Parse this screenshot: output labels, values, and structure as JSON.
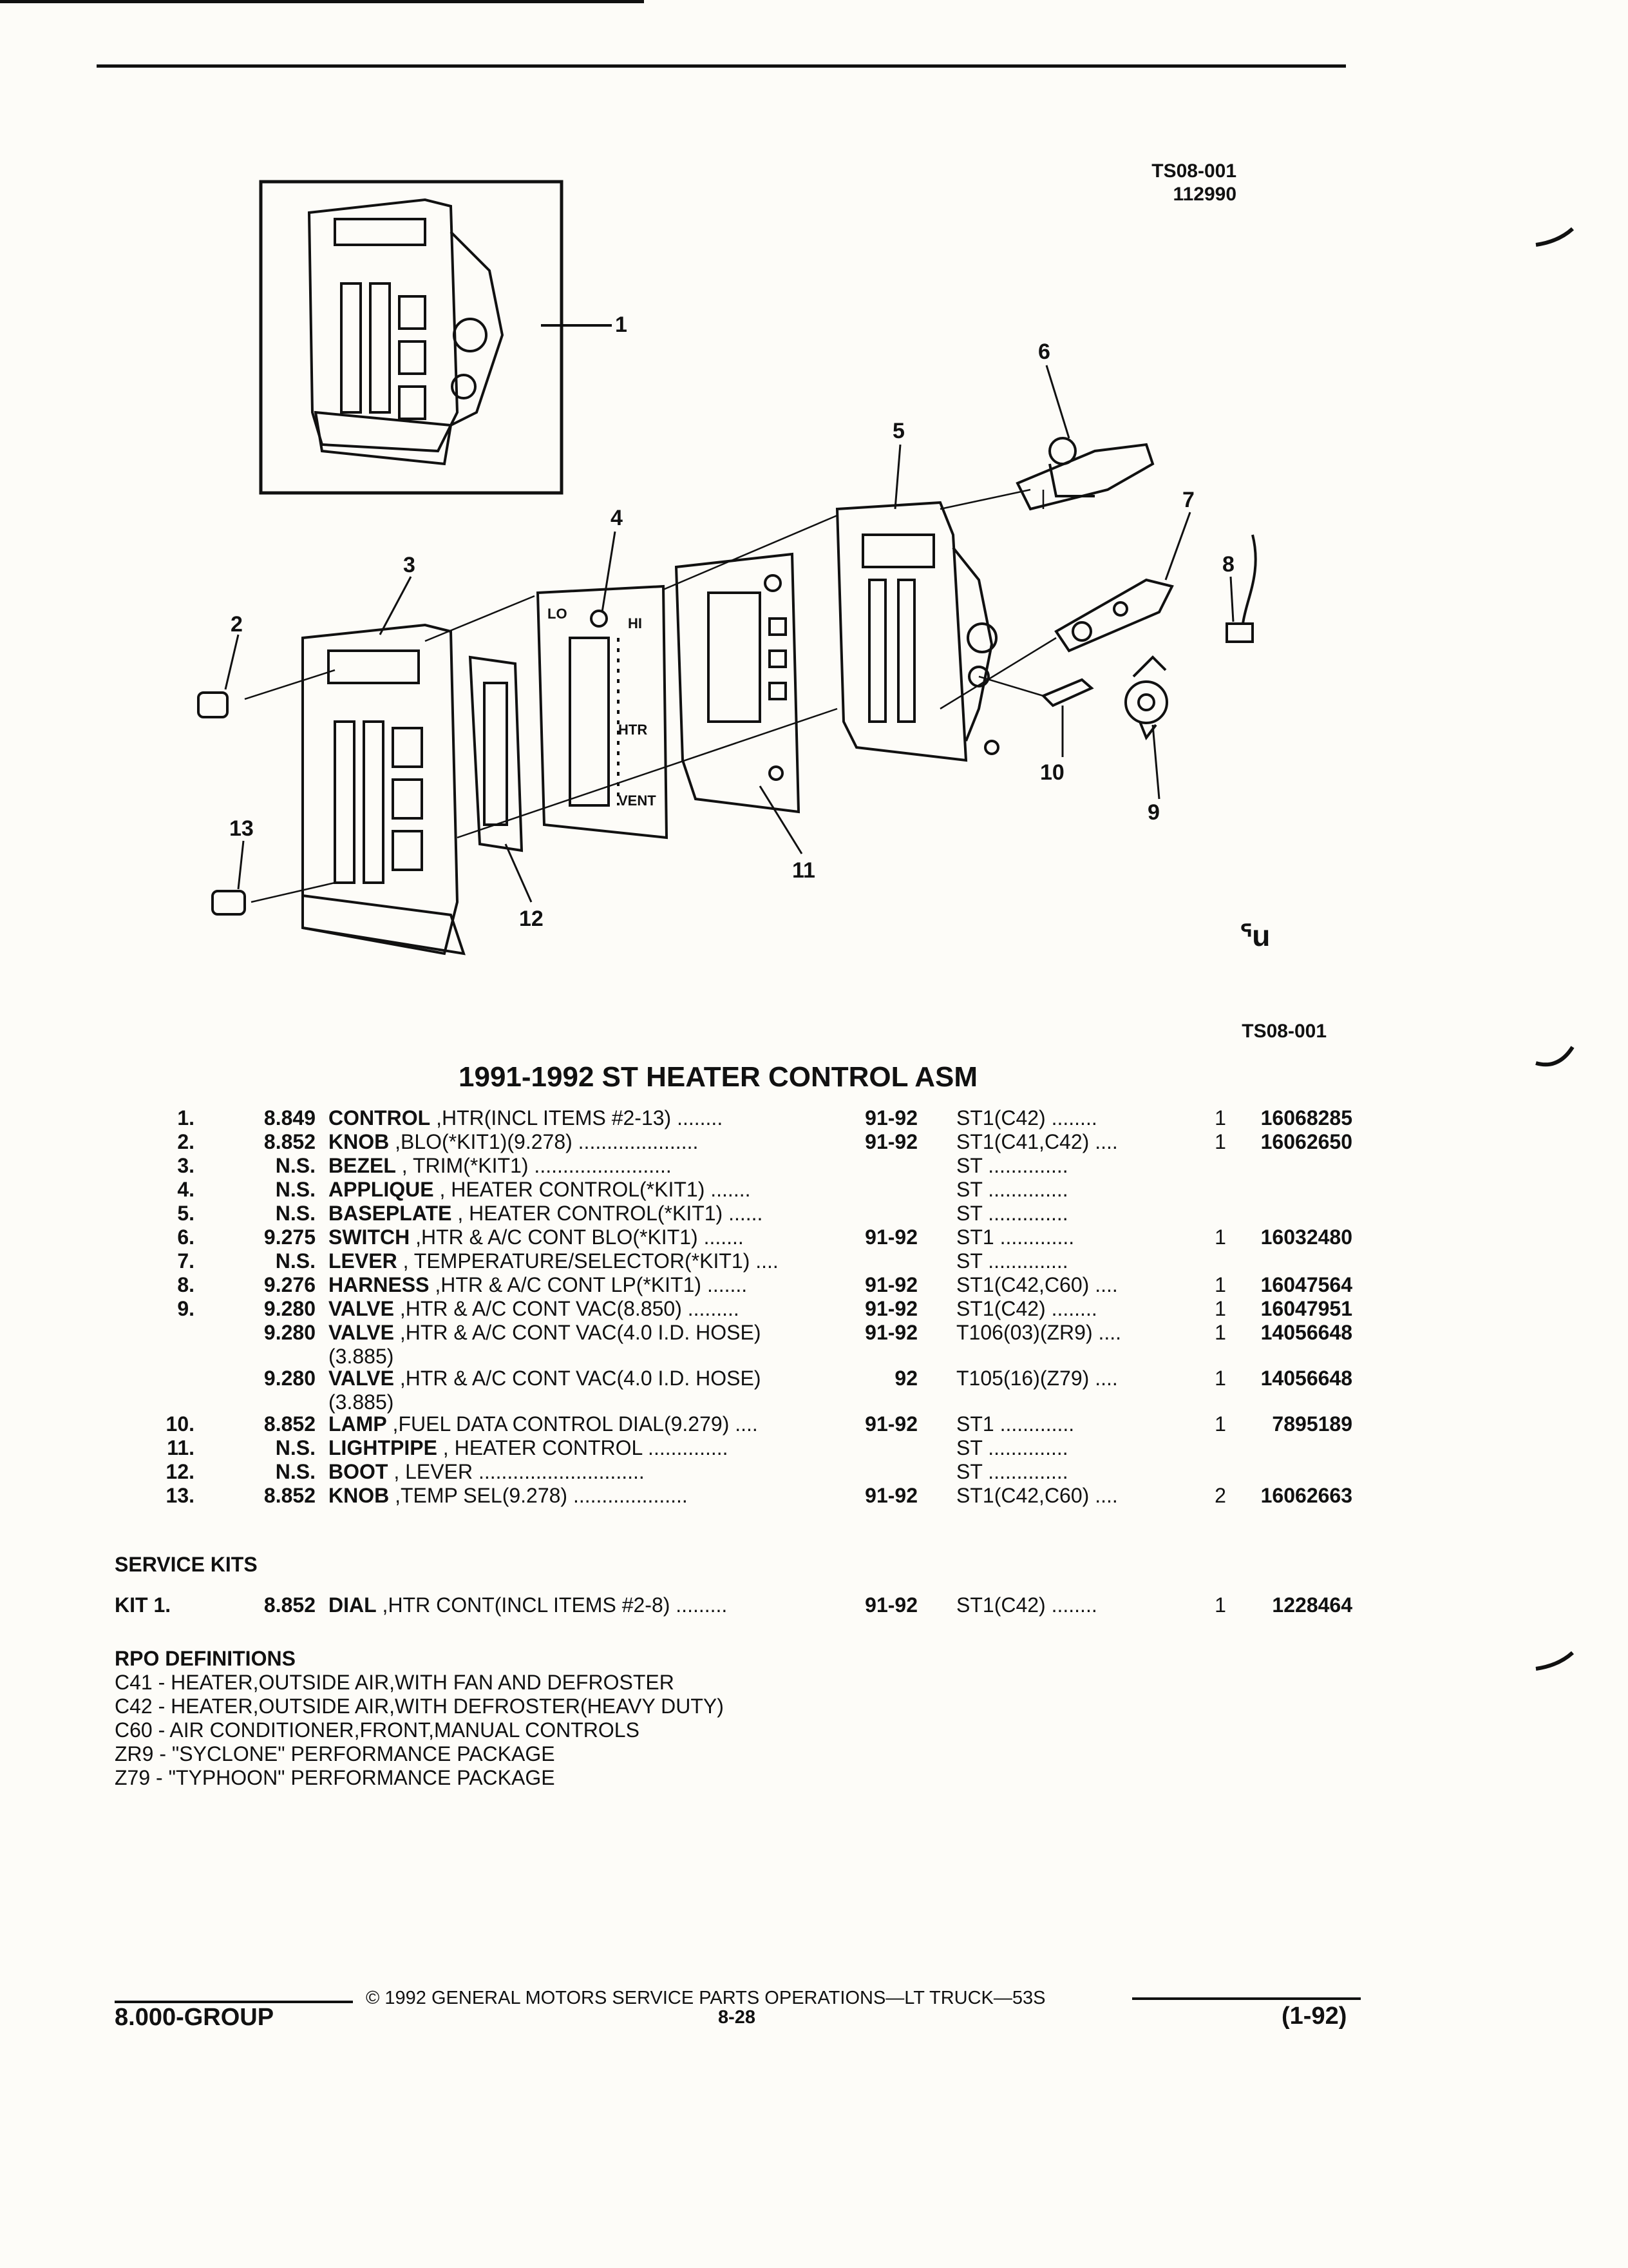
{
  "header": {
    "ref_code": "TS08-001",
    "ref_date": "112990"
  },
  "diagram": {
    "callouts": [
      "1",
      "2",
      "3",
      "4",
      "5",
      "6",
      "7",
      "8",
      "9",
      "10",
      "11",
      "12",
      "13"
    ],
    "applique_labels": {
      "lo": "LO",
      "hi": "HI",
      "htr": "HTR",
      "vent": "VENT"
    },
    "gm_mark": "ᕐu"
  },
  "figure_ref": "TS08-001",
  "title": "1991-1992 ST HEATER CONTROL ASM",
  "parts": [
    {
      "num": "1.",
      "group": "8.849",
      "name": "CONTROL",
      "desc": " ,HTR(INCL ITEMS #2-13) ........",
      "years": "91-92",
      "series": "ST1(C42) ........",
      "qty": "1",
      "part": "16068285"
    },
    {
      "num": "2.",
      "group": "8.852",
      "name": "KNOB",
      "desc": " ,BLO(*KIT1)(9.278) .....................",
      "years": "91-92",
      "series": "ST1(C41,C42) ....",
      "qty": "1",
      "part": "16062650"
    },
    {
      "num": "3.",
      "group": "N.S.",
      "name": "BEZEL",
      "desc": " , TRIM(*KIT1) ........................",
      "years": "",
      "series": "ST ..............",
      "qty": "",
      "part": ""
    },
    {
      "num": "4.",
      "group": "N.S.",
      "name": "APPLIQUE",
      "desc": " , HEATER CONTROL(*KIT1) .......",
      "years": "",
      "series": "ST ..............",
      "qty": "",
      "part": ""
    },
    {
      "num": "5.",
      "group": "N.S.",
      "name": "BASEPLATE",
      "desc": " , HEATER CONTROL(*KIT1) ......",
      "years": "",
      "series": "ST ..............",
      "qty": "",
      "part": ""
    },
    {
      "num": "6.",
      "group": "9.275",
      "name": "SWITCH",
      "desc": " ,HTR & A/C CONT BLO(*KIT1) .......",
      "years": "91-92",
      "series": "ST1 .............",
      "qty": "1",
      "part": "16032480"
    },
    {
      "num": "7.",
      "group": "N.S.",
      "name": "LEVER",
      "desc": " , TEMPERATURE/SELECTOR(*KIT1) ....",
      "years": "",
      "series": "ST ..............",
      "qty": "",
      "part": ""
    },
    {
      "num": "8.",
      "group": "9.276",
      "name": "HARNESS",
      "desc": " ,HTR & A/C CONT LP(*KIT1) .......",
      "years": "91-92",
      "series": "ST1(C42,C60) ....",
      "qty": "1",
      "part": "16047564"
    },
    {
      "num": "9.",
      "group": "9.280",
      "name": "VALVE",
      "desc": " ,HTR & A/C CONT VAC(8.850) .........",
      "years": "91-92",
      "series": "ST1(C42) ........",
      "qty": "1",
      "part": "16047951"
    },
    {
      "num": "",
      "group": "9.280",
      "name": "VALVE",
      "desc": " ,HTR & A/C CONT VAC(4.0 I.D. HOSE)",
      "years": "91-92",
      "series": "T106(03)(ZR9) ....",
      "qty": "1",
      "part": "14056648",
      "cont": "(3.885)"
    },
    {
      "num": "",
      "group": "9.280",
      "name": "VALVE",
      "desc": " ,HTR & A/C CONT VAC(4.0 I.D. HOSE)",
      "years": "92",
      "series": "T105(16)(Z79) ....",
      "qty": "1",
      "part": "14056648",
      "cont": "(3.885)"
    },
    {
      "num": "10.",
      "group": "8.852",
      "name": "LAMP",
      "desc": " ,FUEL DATA CONTROL DIAL(9.279) ....",
      "years": "91-92",
      "series": "ST1 .............",
      "qty": "1",
      "part": "7895189"
    },
    {
      "num": "11.",
      "group": "N.S.",
      "name": "LIGHTPIPE",
      "desc": " , HEATER CONTROL ..............",
      "years": "",
      "series": "ST ..............",
      "qty": "",
      "part": ""
    },
    {
      "num": "12.",
      "group": "N.S.",
      "name": "BOOT",
      "desc": " , LEVER .............................",
      "years": "",
      "series": "ST ..............",
      "qty": "",
      "part": ""
    },
    {
      "num": "13.",
      "group": "8.852",
      "name": "KNOB",
      "desc": " ,TEMP SEL(9.278) ....................",
      "years": "91-92",
      "series": "ST1(C42,C60) ....",
      "qty": "2",
      "part": "16062663"
    }
  ],
  "service_kits_heading": "SERVICE KITS",
  "service_kit": {
    "num": "KIT  1.",
    "group": "8.852",
    "name": "DIAL",
    "desc": " ,HTR CONT(INCL ITEMS #2-8) .........",
    "years": "91-92",
    "series": "ST1(C42) ........",
    "qty": "1",
    "part": "1228464"
  },
  "rpo_heading": "RPO DEFINITIONS",
  "rpo": [
    "C41 - HEATER,OUTSIDE AIR,WITH FAN AND DEFROSTER",
    "C42 - HEATER,OUTSIDE AIR,WITH DEFROSTER(HEAVY DUTY)",
    "C60 - AIR CONDITIONER,FRONT,MANUAL CONTROLS",
    "ZR9 - \"SYCLONE\" PERFORMANCE PACKAGE",
    "Z79 - \"TYPHOON\" PERFORMANCE PACKAGE"
  ],
  "footer": {
    "copyright": "© 1992 GENERAL MOTORS SERVICE PARTS OPERATIONS—LT TRUCK—53S",
    "group": "8.000-GROUP",
    "page": "8-28",
    "revision": "(1-92)"
  }
}
